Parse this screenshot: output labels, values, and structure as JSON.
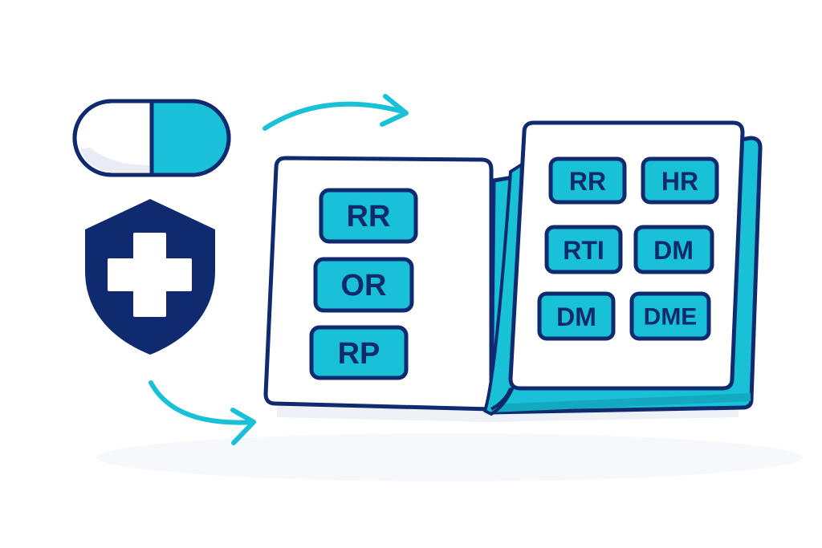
{
  "colors": {
    "navy": "#0f2a6e",
    "teal": "#18c0d8",
    "teal_dark": "#12a9c1",
    "white": "#ffffff",
    "pill_shadow": "#e9ecf4",
    "shadow": "#eef1f6"
  },
  "icons": {
    "capsule": "capsule-pill-icon",
    "shield": "medical-shield-icon",
    "arrow_top": "curved-arrow-right-icon",
    "arrow_bottom": "curved-arrow-right-icon",
    "book": "open-book-icon"
  },
  "book": {
    "left_page": {
      "tags": [
        "RR",
        "OR",
        "RP"
      ]
    },
    "right_page": {
      "tags": [
        [
          "RR",
          "HR"
        ],
        [
          "RTI",
          "DM"
        ],
        [
          "DM",
          "DME"
        ]
      ]
    }
  }
}
